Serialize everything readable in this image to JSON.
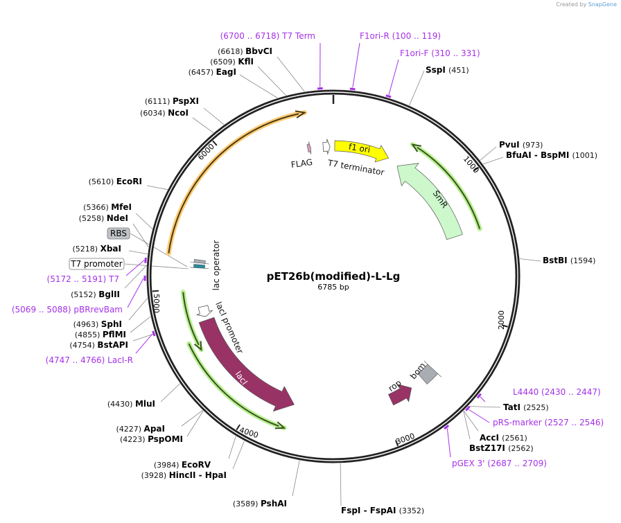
{
  "credit": {
    "prefix": "Created by",
    "brand": "SnapGene"
  },
  "plasmid": {
    "name": "pET26b(modified)-L-Lg",
    "length_label": "6785 bp",
    "length": 6785
  },
  "ticks": [
    "1000",
    "2000",
    "3000",
    "4000",
    "5000",
    "6000"
  ],
  "enzymes": [
    {
      "name": "SspI",
      "pos": "(451)",
      "bp": 451
    },
    {
      "name": "PvuI",
      "pos": "(973)",
      "bp": 973
    },
    {
      "name": "BfuAI - BspMI",
      "pos": "(1001)",
      "bp": 1001
    },
    {
      "name": "BstBI",
      "pos": "(1594)",
      "bp": 1594
    },
    {
      "name": "TatI",
      "pos": "(2525)",
      "bp": 2525
    },
    {
      "name": "AccI",
      "pos": "(2561)",
      "bp": 2561
    },
    {
      "name": "BstZ17I",
      "pos": "(2562)",
      "bp": 2562
    },
    {
      "name": "FspI - FspAI",
      "pos": "(3352)",
      "bp": 3352
    },
    {
      "name": "PshAI",
      "pos": "(3589)",
      "bp": 3589
    },
    {
      "name": "HincII - HpaI",
      "pos": "(3928)",
      "bp": 3928
    },
    {
      "name": "EcoRV",
      "pos": "(3984)",
      "bp": 3984
    },
    {
      "name": "PspOMI",
      "pos": "(4223)",
      "bp": 4223
    },
    {
      "name": "ApaI",
      "pos": "(4227)",
      "bp": 4227
    },
    {
      "name": "MluI",
      "pos": "(4430)",
      "bp": 4430
    },
    {
      "name": "BstAPI",
      "pos": "(4754)",
      "bp": 4754
    },
    {
      "name": "PflMI",
      "pos": "(4855)",
      "bp": 4855
    },
    {
      "name": "SphI",
      "pos": "(4963)",
      "bp": 4963
    },
    {
      "name": "BglII",
      "pos": "(5152)",
      "bp": 5152
    },
    {
      "name": "XbaI",
      "pos": "(5218)",
      "bp": 5218
    },
    {
      "name": "NdeI",
      "pos": "(5258)",
      "bp": 5258
    },
    {
      "name": "MfeI",
      "pos": "(5366)",
      "bp": 5366
    },
    {
      "name": "EcoRI",
      "pos": "(5610)",
      "bp": 5610
    },
    {
      "name": "NcoI",
      "pos": "(6034)",
      "bp": 6034
    },
    {
      "name": "PspXI",
      "pos": "(6111)",
      "bp": 6111
    },
    {
      "name": "EagI",
      "pos": "(6457)",
      "bp": 6457
    },
    {
      "name": "KflI",
      "pos": "(6509)",
      "bp": 6509
    },
    {
      "name": "BbvCI",
      "pos": "(6618)",
      "bp": 6618
    }
  ],
  "primers": [
    {
      "name": "T7 Term",
      "range": "(6700 .. 6718)",
      "bp": 6709
    },
    {
      "name": "F1ori-R",
      "range": "(100 .. 119)",
      "bp": 110
    },
    {
      "name": "F1ori-F",
      "range": "(310 .. 331)",
      "bp": 320
    },
    {
      "name": "T7",
      "range": "(5172 .. 5191)",
      "bp": 5181
    },
    {
      "name": "pBRrevBam",
      "range": "(5069 .. 5088)",
      "bp": 5078
    },
    {
      "name": "LacI-R",
      "range": "(4747 .. 4766)",
      "bp": 4756
    },
    {
      "name": "L4440",
      "range": "(2430 .. 2447)",
      "bp": 2438
    },
    {
      "name": "pRS-marker",
      "range": "(2527 .. 2546)",
      "bp": 2536
    },
    {
      "name": "pGEX 3'",
      "range": "(2687 .. 2709)",
      "bp": 2698
    }
  ],
  "boxed_features": [
    {
      "name": "RBS",
      "bp": 5230
    },
    {
      "name": "T7 promoter",
      "bp": 5195
    }
  ],
  "features": [
    {
      "name": "f1 ori",
      "color": "#ffff00"
    },
    {
      "name": "T7 terminator",
      "color": "#ffffff"
    },
    {
      "name": "FLAG",
      "color": "#d8a0c0"
    },
    {
      "name": "SmR",
      "color": "#ccf8cc"
    },
    {
      "name": "lac operator",
      "color": "#2a8aa0"
    },
    {
      "name": "lacI promoter",
      "color": "#ffffff"
    },
    {
      "name": "lacI",
      "color": "#993366"
    },
    {
      "name": "rop",
      "color": "#993366"
    },
    {
      "name": "bom",
      "color": "#a8adb4"
    }
  ],
  "colors": {
    "primer": "#a530e8",
    "orf_glow": "#b8f090",
    "orf_line": "#3a5020",
    "orange_glow": "#ffcc77",
    "backbone": "#222222"
  }
}
